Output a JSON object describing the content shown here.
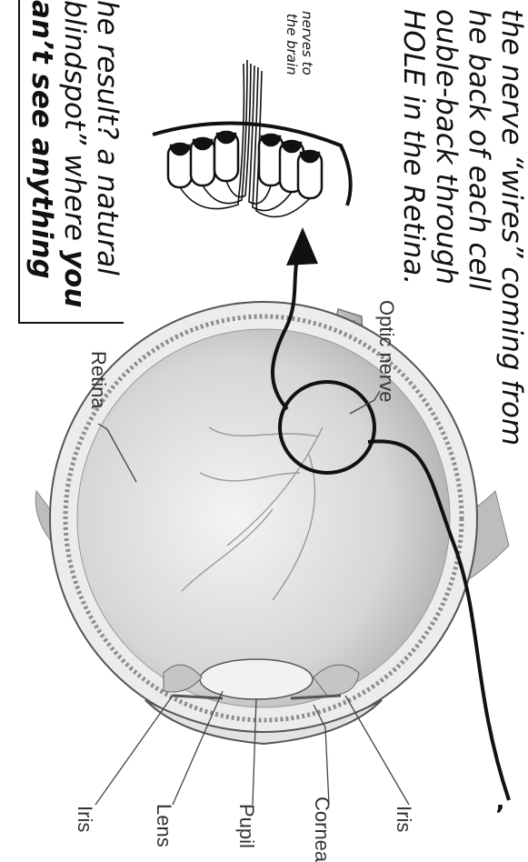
{
  "caption_top": {
    "line1": "the nerve “wires” coming from",
    "line2": "he back of each cell",
    "line3": "ouble-back through",
    "line4": "HOLE in the Retina."
  },
  "caption_box": {
    "line1": "he result?  a natural",
    "line2_pre": "blindspot” where ",
    "line2_bold": "you",
    "line3": "an’t see anything"
  },
  "inset_label": {
    "line1": "nerves to",
    "line2": "the brain"
  },
  "labels": {
    "optic_nerve": "Optic nerve",
    "retina": "Retina",
    "iris_left": "Iris",
    "lens": "Lens",
    "pupil": "Pupil",
    "cornea": "Cornea",
    "iris_right": "Iris"
  },
  "colors": {
    "ink": "#111111",
    "label": "#333333",
    "eye_fill": "#d9d9d9"
  }
}
